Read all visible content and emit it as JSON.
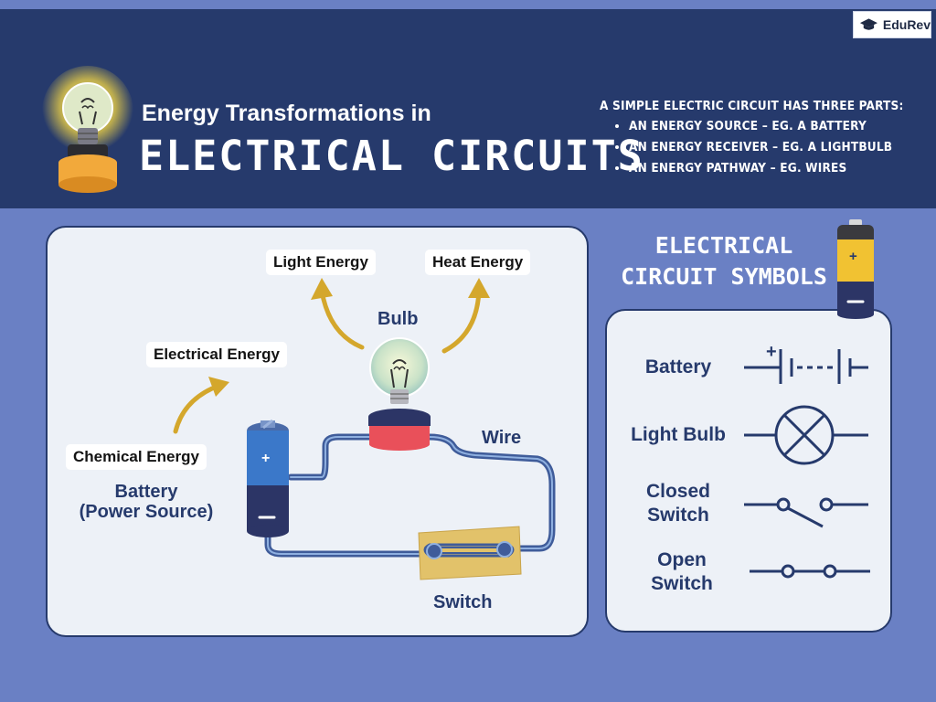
{
  "logo": {
    "text": "EduRev"
  },
  "header": {
    "title_line1": "Energy Transformations in",
    "title_line2": "ELECTRICAL CIRCUITS",
    "parts_intro": "A SIMPLE ELECTRIC CIRCUIT HAS THREE PARTS:",
    "parts": [
      "AN ENERGY SOURCE – EG. A BATTERY",
      "AN ENERGY RECEIVER – EG. A LIGHTBULB",
      "AN ENERGY PATHWAY – EG. WIRES"
    ]
  },
  "diagram": {
    "light_energy": "Light Energy",
    "heat_energy": "Heat Energy",
    "bulb": "Bulb",
    "electrical_energy": "Electrical Energy",
    "chemical_energy": "Chemical Energy",
    "battery_line1": "Battery",
    "battery_line2": "(Power Source)",
    "wire": "Wire",
    "switch": "Switch",
    "plus": "+"
  },
  "symbols": {
    "title_line1": "ELECTRICAL",
    "title_line2": "CIRCUIT SYMBOLS",
    "battery": "Battery",
    "light_bulb": "Light Bulb",
    "closed_line1": "Closed",
    "closed_line2": "Switch",
    "open_line1": "Open",
    "open_line2": "Switch",
    "plus": "+"
  },
  "colors": {
    "background": "#6a80c4",
    "header": "#263a6c",
    "panel": "#edf1f7",
    "arrow": "#d4a72c",
    "wire": "#3f5c9a",
    "bulb_base": "#e9505a",
    "battery_top": "#3b78c9",
    "battery_accent": "#f1c232"
  }
}
